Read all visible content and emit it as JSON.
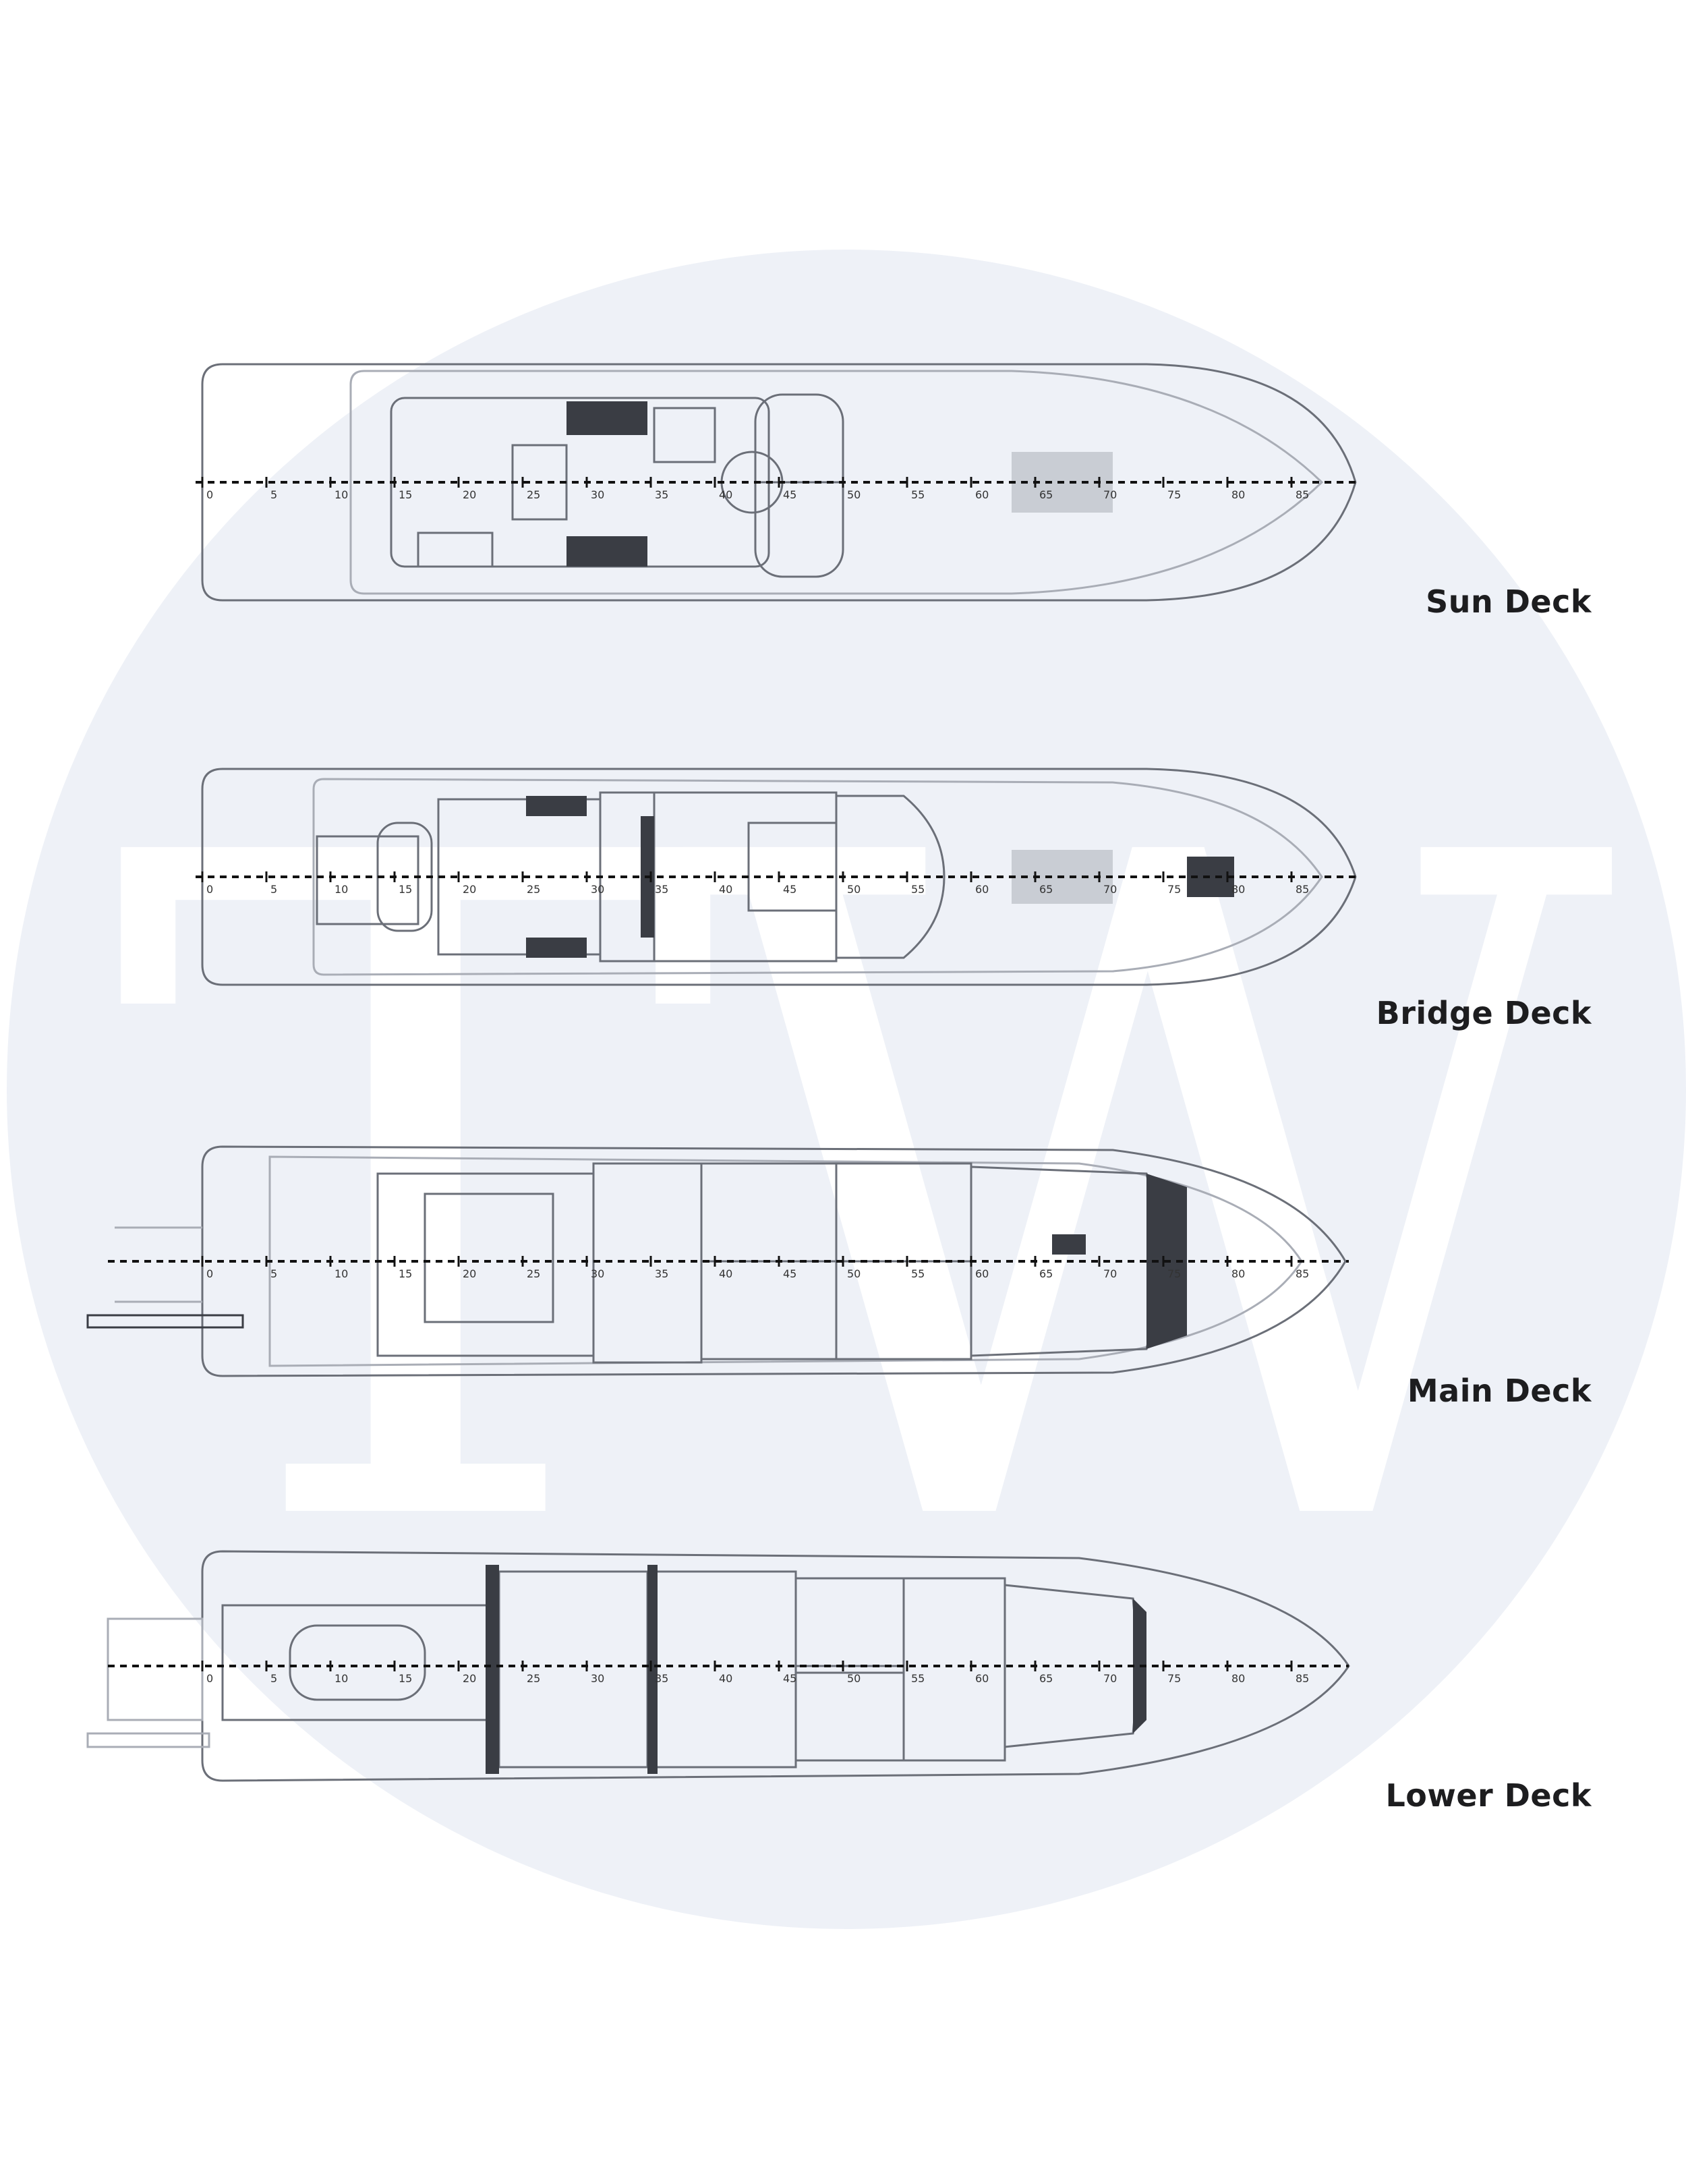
{
  "watermark": {
    "letters": "TW",
    "circle_color": "#eef1f7",
    "letter_color": "#ffffff"
  },
  "decks": [
    {
      "id": "sun",
      "label": "Sun Deck",
      "ticks": [
        "0",
        "5",
        "10",
        "15",
        "20",
        "25",
        "30",
        "35",
        "40",
        "45",
        "50",
        "55",
        "60",
        "65",
        "70",
        "75",
        "80",
        "85"
      ]
    },
    {
      "id": "bridge",
      "label": "Bridge Deck",
      "ticks": [
        "0",
        "5",
        "10",
        "15",
        "20",
        "25",
        "30",
        "35",
        "40",
        "45",
        "50",
        "55",
        "60",
        "65",
        "70",
        "75",
        "80",
        "85"
      ]
    },
    {
      "id": "main",
      "label": "Main Deck",
      "ticks": [
        "0",
        "5",
        "10",
        "15",
        "20",
        "25",
        "30",
        "35",
        "40",
        "45",
        "50",
        "55",
        "60",
        "65",
        "70",
        "75",
        "80",
        "85"
      ]
    },
    {
      "id": "lower",
      "label": "Lower Deck",
      "ticks": [
        "0",
        "5",
        "10",
        "15",
        "20",
        "25",
        "30",
        "35",
        "40",
        "45",
        "50",
        "55",
        "60",
        "65",
        "70",
        "75",
        "80",
        "85"
      ]
    }
  ],
  "colors": {
    "line": "#6b6f78",
    "dark": "#3a3d44",
    "light": "#a9adb6",
    "label": "#1d1d1f"
  }
}
